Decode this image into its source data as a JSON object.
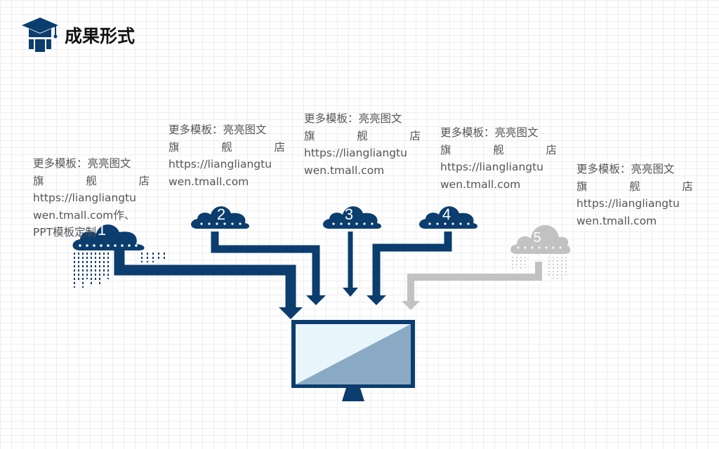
{
  "header": {
    "title": "成果形式",
    "logo_icon": "graduation-cap-icon"
  },
  "items": [
    {
      "number": "1",
      "text": [
        "更多模板：亮亮图文",
        "旗",
        "舰",
        "店",
        "https://liangliangtu",
        "wen.tmall.com作、",
        "PPT模板定制"
      ],
      "color": "#0b3d6e"
    },
    {
      "number": "2",
      "text": [
        "更多模板：亮亮图文",
        "旗",
        "舰",
        "店",
        "https://liangliangtu",
        "wen.tmall.com"
      ],
      "color": "#0b3d6e"
    },
    {
      "number": "3",
      "text": [
        "更多模板：亮亮图文",
        "旗",
        "舰",
        "店",
        "https://liangliangtu",
        "wen.tmall.com"
      ],
      "color": "#0b3d6e"
    },
    {
      "number": "4",
      "text": [
        "更多模板：亮亮图文",
        "旗",
        "舰",
        "店",
        "https://liangliangtu",
        "wen.tmall.com"
      ],
      "color": "#0b3d6e"
    },
    {
      "number": "5",
      "text": [
        "更多模板：亮亮图文",
        "旗",
        "舰",
        "店",
        "https://liangliangtu",
        "wen.tmall.com"
      ],
      "color": "#c2c2c2"
    }
  ],
  "monitor": {
    "icon": "monitor-icon",
    "frame_color": "#0b3d6e",
    "screen_color": "#e8f6fc",
    "shade_color": "#8aa9c4"
  }
}
